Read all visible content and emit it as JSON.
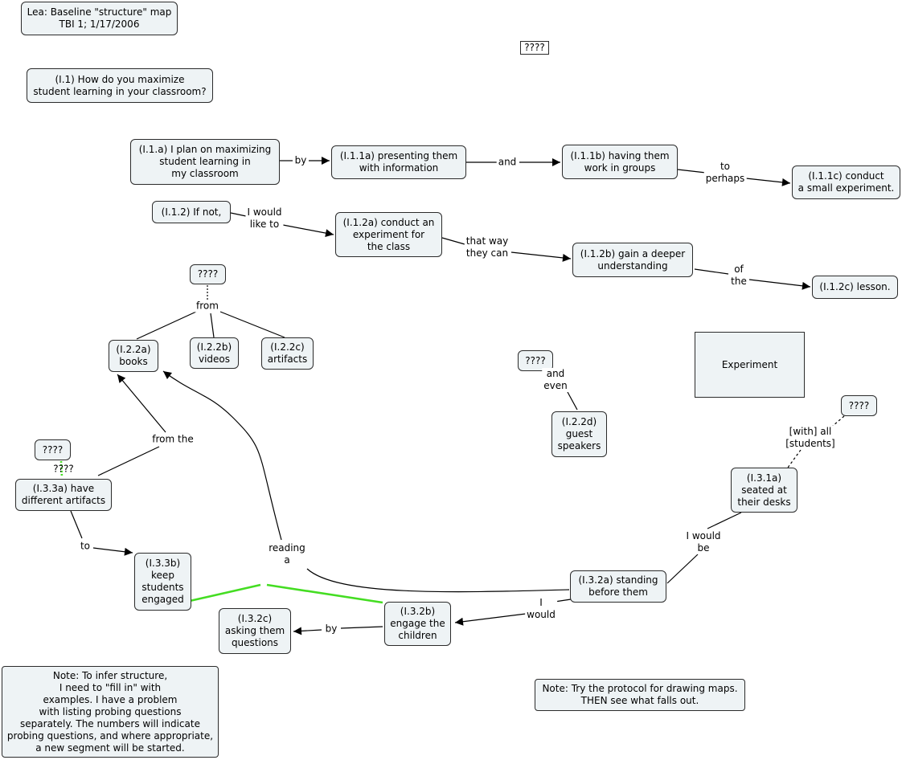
{
  "nodes": {
    "title": "Lea: Baseline \"structure\" map\nTBI 1; 1/17/2006",
    "top_q": "????",
    "i1": "(I.1) How do you maximize\nstudent learning in your classroom?",
    "i1a": "(I.1.a) I plan on maximizing\nstudent learning in\nmy classroom",
    "i11a": "(I.1.1a) presenting them\nwith information",
    "i11b": "(I.1.1b) having them\nwork in groups",
    "i11c": "(I.1.1c) conduct\na small experiment.",
    "i12": "(I.1.2) If not,",
    "i12a": "(I.1.2a) conduct an\nexperiment for\nthe class",
    "i12b": "(I.1.2b) gain a deeper\nunderstanding",
    "i12c": "(I.1.2c) lesson.",
    "q_from": "????",
    "i22a": "(I.2.2a)\nbooks",
    "i22b": "(I.2.2b)\nvideos",
    "i22c": "(I.2.2c)\nartifacts",
    "experiment": "Experiment",
    "q_even": "????",
    "i22d": "(I.2.2d)\nguest\nspeakers",
    "q_students": "????",
    "i31a": "(I.3.1a)\nseated at\ntheir desks",
    "q_green": "????",
    "i33a": "(I.3.3a) have\ndifferent artifacts",
    "i33b": "(I.3.3b)\nkeep\nstudents\nengaged",
    "i32a": "(I.3.2a) standing\nbefore them",
    "i32b": "(I.3.2b)\nengage the\nchildren",
    "i32c": "(I.3.2c)\nasking them\nquestions",
    "note1": "Note: To infer structure,\nI need to \"fill in\" with\nexamples. I have a problem\nwith listing probing questions\nseparately. The numbers will indicate\nprobing questions, and where appropriate,\na new segment will be started.",
    "note2": "Note: Try the protocol for drawing maps.\nTHEN see what falls out."
  },
  "links": {
    "by1": "by",
    "and1": "and",
    "to_perhaps": "to\nperhaps",
    "would_like": "I would\nlike to",
    "that_way": "that way\nthey can",
    "of_the": "of\nthe",
    "from": "from",
    "and_even": "and\neven",
    "with_all": "[with] all\n[students]",
    "from_the": "from the",
    "q4": "????",
    "to2": "to",
    "reading": "reading\na",
    "would_be": "I would\nbe",
    "i_would": "I\nwould",
    "by2": "by"
  },
  "colors": {
    "node_fill": "#eef3f5",
    "border": "#2b2b2b",
    "highlight": "#44dd22"
  }
}
